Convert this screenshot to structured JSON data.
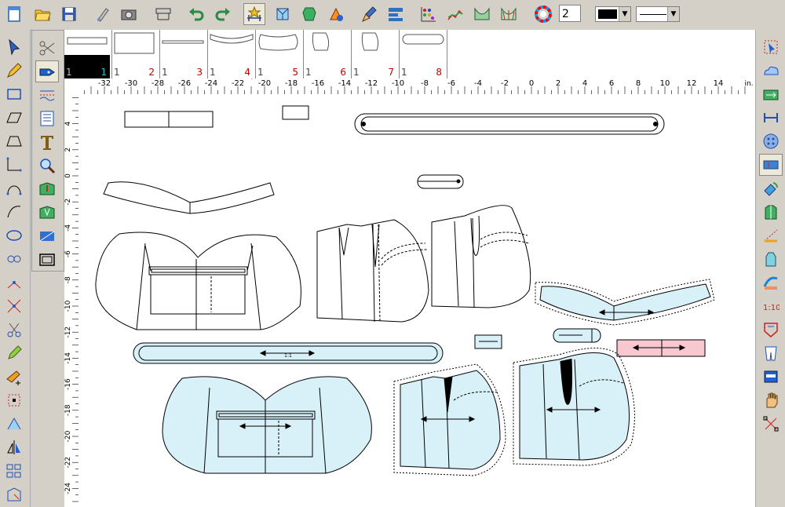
{
  "toolbar": {
    "icons": [
      "new-icon",
      "open-icon",
      "save-icon",
      "digitizer-icon",
      "camera-icon",
      "plotter-icon",
      "undo-icon",
      "redo-icon",
      "grade-icon",
      "mirror-icon",
      "fill-icon",
      "color-icon",
      "brush-icon",
      "layout-icon",
      "grade-table-icon",
      "chart-icon",
      "grade-rule-icon",
      "grade-fan-icon",
      "color-wheel-icon"
    ],
    "zoom_value": "2",
    "line_style": "———"
  },
  "pieces_bar": {
    "items": [
      {
        "qty": "1",
        "num": "1"
      },
      {
        "qty": "1",
        "num": "2"
      },
      {
        "qty": "1",
        "num": "3"
      },
      {
        "qty": "1",
        "num": "4"
      },
      {
        "qty": "1",
        "num": "5"
      },
      {
        "qty": "1",
        "num": "6"
      },
      {
        "qty": "1",
        "num": "7"
      },
      {
        "qty": "1",
        "num": "8"
      }
    ]
  },
  "ruler": {
    "h_labels": [
      "-32",
      "-30",
      "-28",
      "-26",
      "-24",
      "-22",
      "-20",
      "-18",
      "-16",
      "-14",
      "-12",
      "-10",
      "-8",
      "-6",
      "-4",
      "-2",
      "0",
      "2",
      "4",
      "6",
      "8",
      "10",
      "12",
      "14"
    ],
    "h_highlight": [
      "-28",
      "-22",
      "-18"
    ],
    "unit": "in.",
    "v_labels": [
      "4",
      "2",
      "0",
      "-2",
      "-4",
      "-6",
      "-8",
      "-10",
      "-12",
      "-14",
      "-16",
      "-18",
      "-20",
      "-22",
      "-24"
    ]
  },
  "left_tools": [
    "select-icon",
    "pencil-icon",
    "rectangle-icon",
    "parallelogram-icon",
    "trapezoid-icon",
    "curve-point-icon",
    "arc-icon",
    "bezier-icon",
    "ellipse-icon",
    "chain-icon",
    "node-add-icon",
    "cross-icon",
    "scissors-icon",
    "marker-icon",
    "pin-icon",
    "point-select-icon",
    "measure-icon",
    "symmetry-icon",
    "group-icon",
    "rotate-icon"
  ],
  "left_tools2": [
    "cut-icon",
    "tag-icon",
    "seam-icon",
    "list-icon",
    "text-icon",
    "zoom-icon",
    "notch-icon",
    "pleat-icon",
    "fabric-icon",
    "frame-icon"
  ],
  "right_tools": [
    "select-node-icon",
    "cloud-icon",
    "resize-icon",
    "distance-icon",
    "button-icon",
    "piece-icon",
    "rotate-piece-icon",
    "shirt-icon",
    "stitch-icon",
    "tank-icon",
    "paint-icon",
    "scale-icon",
    "pocket-icon",
    "pants-icon",
    "plot-icon",
    "hand-icon",
    "connect-icon"
  ],
  "canvas": {
    "grain_label": "1:1",
    "scale_label": "1:10"
  }
}
